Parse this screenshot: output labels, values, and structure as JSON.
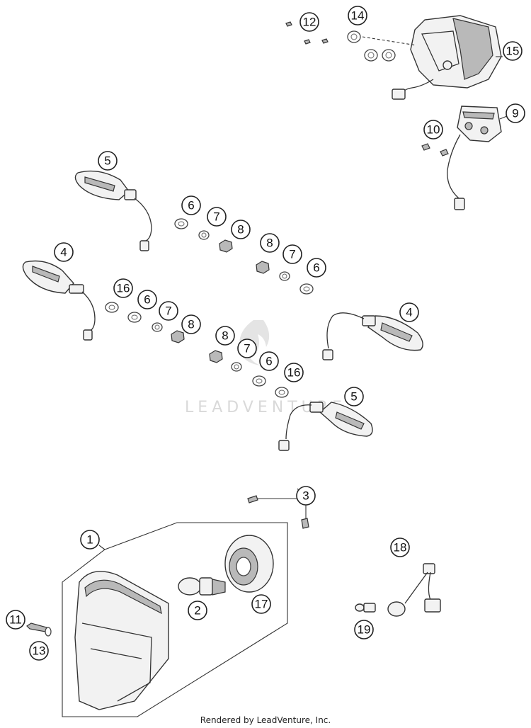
{
  "watermark": {
    "text": "LEADVENTURE"
  },
  "footer": {
    "text": "Rendered by LeadVenture, Inc."
  },
  "callouts": [
    {
      "key": "c12",
      "label": "12"
    },
    {
      "key": "c14",
      "label": "14"
    },
    {
      "key": "c15",
      "label": "15"
    },
    {
      "key": "c9",
      "label": "9"
    },
    {
      "key": "c10",
      "label": "10"
    },
    {
      "key": "c5a",
      "label": "5"
    },
    {
      "key": "c6a",
      "label": "6"
    },
    {
      "key": "c7a",
      "label": "7"
    },
    {
      "key": "c8a",
      "label": "8"
    },
    {
      "key": "c8b",
      "label": "8"
    },
    {
      "key": "c7b",
      "label": "7"
    },
    {
      "key": "c6b",
      "label": "6"
    },
    {
      "key": "c4a",
      "label": "4"
    },
    {
      "key": "c16a",
      "label": "16"
    },
    {
      "key": "c6c",
      "label": "6"
    },
    {
      "key": "c7c",
      "label": "7"
    },
    {
      "key": "c8c",
      "label": "8"
    },
    {
      "key": "c8d",
      "label": "8"
    },
    {
      "key": "c7d",
      "label": "7"
    },
    {
      "key": "c6d",
      "label": "6"
    },
    {
      "key": "c16b",
      "label": "16"
    },
    {
      "key": "c4b",
      "label": "4"
    },
    {
      "key": "c5b",
      "label": "5"
    },
    {
      "key": "c3",
      "label": "3"
    },
    {
      "key": "c1",
      "label": "1"
    },
    {
      "key": "c18",
      "label": "18"
    },
    {
      "key": "c2",
      "label": "2"
    },
    {
      "key": "c17",
      "label": "17"
    },
    {
      "key": "c11",
      "label": "11"
    },
    {
      "key": "c13",
      "label": "13"
    },
    {
      "key": "c19",
      "label": "19"
    }
  ]
}
